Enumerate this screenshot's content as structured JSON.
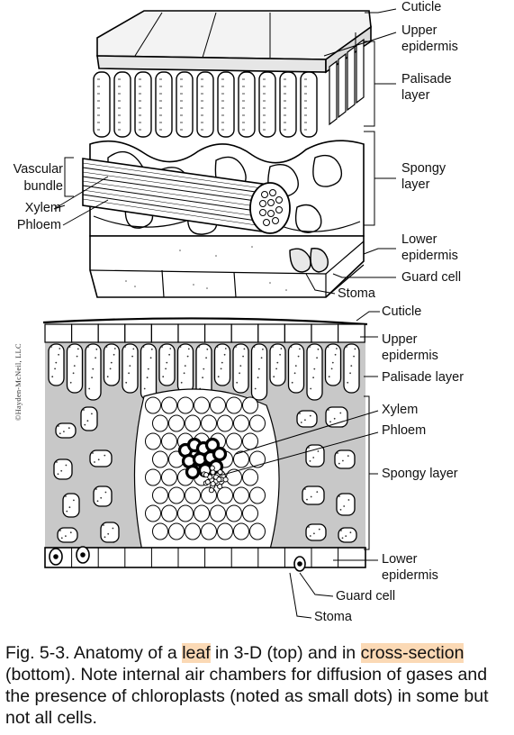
{
  "top_labels": {
    "cuticle": "Cuticle",
    "upper_epidermis_1": "Upper",
    "upper_epidermis_2": "epidermis",
    "palisade_1": "Palisade",
    "palisade_2": "layer",
    "spongy_1": "Spongy",
    "spongy_2": "layer",
    "vascular_1": "Vascular",
    "vascular_2": "bundle",
    "xylem": "Xylem",
    "phloem": "Phloem",
    "lower_epidermis_1": "Lower",
    "lower_epidermis_2": "epidermis",
    "guard_cell": "Guard cell",
    "stoma": "Stoma"
  },
  "bottom_labels": {
    "cuticle": "Cuticle",
    "upper_epidermis_1": "Upper",
    "upper_epidermis_2": "epidermis",
    "palisade": "Palisade layer",
    "xylem": "Xylem",
    "phloem": "Phloem",
    "spongy": "Spongy layer",
    "lower_epidermis_1": "Lower",
    "lower_epidermis_2": "epidermis",
    "guard_cell": "Guard cell",
    "stoma": "Stoma"
  },
  "credit": "©Hayden-McNeil, LLC",
  "caption": {
    "p1": "Fig. 5-3. Anatomy of a ",
    "h1": "leaf",
    "p2": " in 3-D (top) and in ",
    "h2": "cross-section",
    "p3": " (bottom). Note internal air chambers for diffusion of gases and the presence of chloroplasts (noted as small dots) in some but not all cells."
  }
}
